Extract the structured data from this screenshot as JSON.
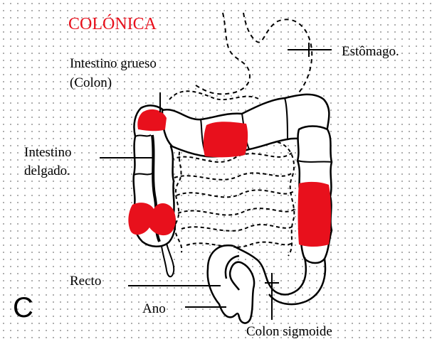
{
  "title": "COLÓNICA",
  "panel_letter": "C",
  "labels": {
    "intestino_grueso_1": "Intestino grueso",
    "intestino_grueso_2": "(Colon)",
    "estomago": "Estômago.",
    "intestino_delgado_1": "Intestino",
    "intestino_delgado_2": "delgado.",
    "recto": "Recto",
    "ano": "Ano",
    "colon_sigmoide": "Colon sigmoide"
  },
  "colors": {
    "title": "#e8101c",
    "highlight": "#e8101c",
    "outline": "#000000"
  }
}
